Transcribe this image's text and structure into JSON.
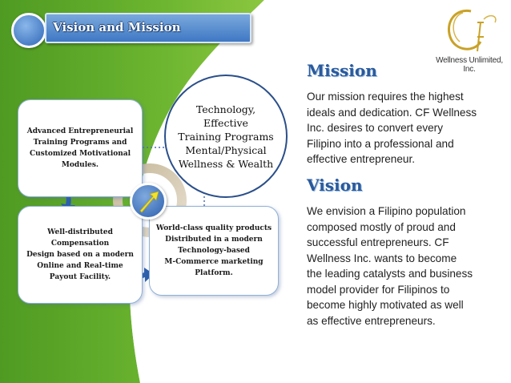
{
  "header": {
    "title": "Vision and Mission"
  },
  "logo": {
    "text": "Wellness Unlimited, Inc."
  },
  "mission": {
    "heading": "Mission",
    "lines": [
      "Our mission requires the highest",
      "ideals and dedication. CF Wellness",
      "Inc. desires to convert every",
      "Filipino into a professional and",
      "effective entrepreneur."
    ]
  },
  "vision": {
    "heading": "Vision",
    "lines": [
      "We envision a Filipino population",
      "composed mostly of proud and",
      "successful entrepreneurs. CF",
      "Wellness Inc. wants to become",
      "the leading catalysts and business",
      "model provider for Filipinos to",
      "become highly motivated as well",
      "as effective entrepreneurs."
    ]
  },
  "diagram": {
    "center_circle": [
      "Technology, Effective",
      "Training Programs",
      "Mental/Physical",
      "Wellness & Wealth"
    ],
    "box_top_left": [
      "Advanced Entrepreneurial",
      "Training Programs and",
      "Customized Motivational",
      "Modules."
    ],
    "box_bottom_left": [
      "Well-distributed Compensation",
      "Design based on a modern",
      "Online and Real-time",
      "Payout Facility."
    ],
    "box_bottom_right": [
      "World-class quality products",
      "Distributed in a modern",
      "Technology-based",
      "M-Commerce marketing",
      "Platform."
    ]
  },
  "colors": {
    "green": "#5fa92c",
    "header_blue": "#4a82cc",
    "heading_blue": "#2a5a9b",
    "box_border": "#8fb0d8"
  }
}
